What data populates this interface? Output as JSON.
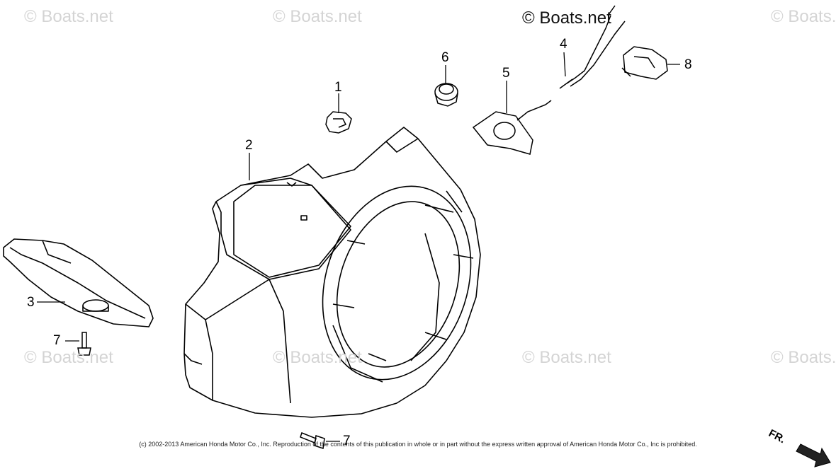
{
  "watermarks": [
    "© Boats.net",
    "© Boats.net",
    "© Boats.net",
    "© Boats.net",
    "© Boats.net",
    "© Boats.net",
    "© Boats.net",
    "© Boats.net"
  ],
  "watermark_main": "© Boats.net",
  "callouts": {
    "c1": "1",
    "c2": "2",
    "c3": "3",
    "c4": "4",
    "c5": "5",
    "c6": "6",
    "c7a": "7",
    "c7b": "7",
    "c8": "8"
  },
  "copyright": "(c) 2002-2013 American Honda Motor Co., Inc. Reproduction of the contents of this publication in whole or in part without the express written approval of American Honda Motor Co., Inc is prohibited.",
  "front_marker": "FR."
}
